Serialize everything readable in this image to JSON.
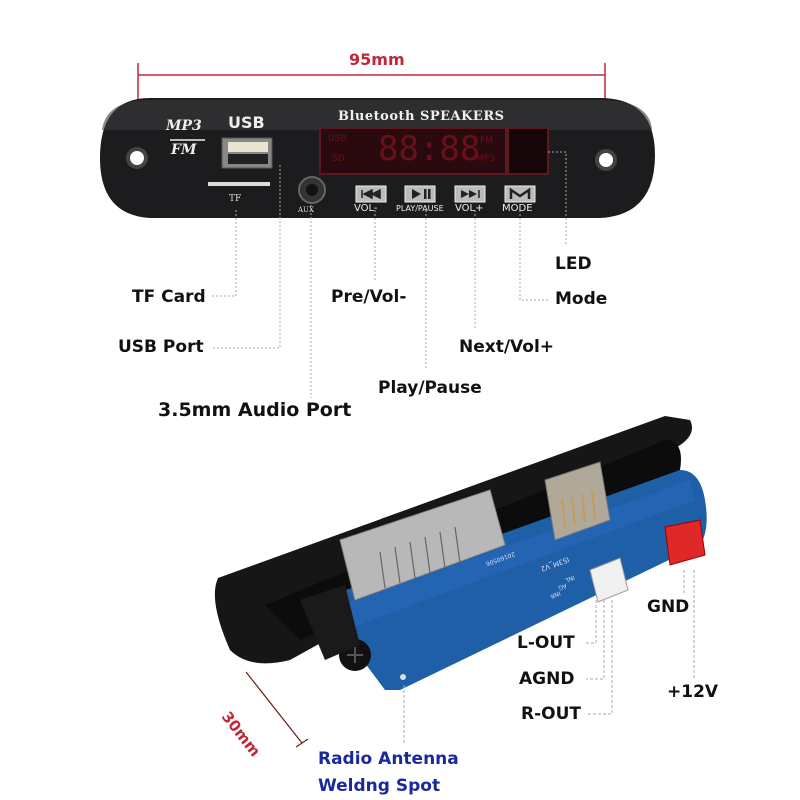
{
  "dimensions": {
    "width_label": "95mm",
    "depth_label": "30mm"
  },
  "front_panel": {
    "logo_top": "MP3",
    "logo_bottom": "FM",
    "usb_label": "USB",
    "tf_label": "TF",
    "aux_label": "AUX",
    "brand": "Bluetooth SPEAKERS",
    "display_usb": "USB",
    "display_sd": "SD",
    "display_digits": "88:88",
    "display_fm": "FM",
    "display_mp3": "MP3",
    "buttons": [
      {
        "label": "VOL-",
        "icon": "previous-icon"
      },
      {
        "label": "PLAY/PAUSE",
        "icon": "play-pause-icon"
      },
      {
        "label": "VOL+",
        "icon": "next-icon"
      },
      {
        "label": "MODE",
        "icon": "mode-icon"
      }
    ]
  },
  "callouts_front": {
    "tf_card": "TF Card",
    "usb_port": "USB Port",
    "audio_port": "3.5mm Audio Port",
    "pre_vol": "Pre/Vol-",
    "play_pause": "Play/Pause",
    "next_vol": "Next/Vol+",
    "led": "LED",
    "mode": "Mode"
  },
  "board": {
    "pcb_label": "IS3M_V2",
    "date_code": "20160506",
    "pin_labels": [
      "INL",
      "AG",
      "INR"
    ]
  },
  "callouts_back": {
    "gnd": "GND",
    "l_out": "L-OUT",
    "agnd": "AGND",
    "r_out": "R-OUT",
    "plus12v": "+12V",
    "antenna_line1": "Radio Antenna",
    "antenna_line2": "Weldng Spot"
  },
  "colors": {
    "dimension_red": "#c0283a",
    "panel_black": "#1c1c1e",
    "display_red": "#6a1018",
    "pcb_blue": "#1f5fa8",
    "antenna_label_blue": "#1a2a9a",
    "connector_red": "#e02828"
  }
}
